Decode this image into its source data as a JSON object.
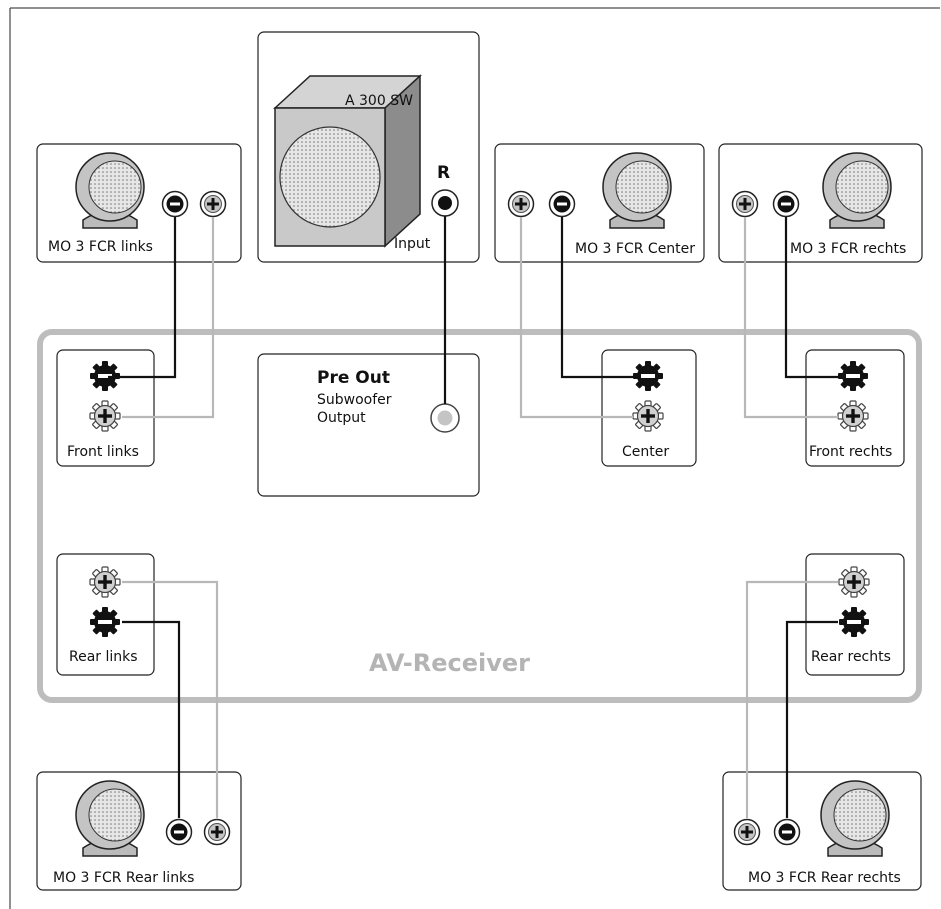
{
  "colors": {
    "wire_negative": "#111111",
    "wire_positive": "#b8b8b8",
    "receiver_frame": "#bdbdbd",
    "receiver_label": "#b4b4b4",
    "terminal_positive": "#b8b8b8",
    "terminal_negative": "#111111"
  },
  "subwoofer": {
    "model": "A 300 SW",
    "channel_label": "R",
    "input_label": "Input"
  },
  "speakers": {
    "front_left": "MO 3 FCR links",
    "center": "MO 3 FCR Center",
    "front_right": "MO 3 FCR rechts",
    "rear_left": "MO 3 FCR Rear links",
    "rear_right": "MO 3 FCR Rear rechts"
  },
  "receiver": {
    "label": "AV-Receiver",
    "preout_title": "Pre Out",
    "preout_line1": "Subwoofer",
    "preout_line2": "Output",
    "front_left": "Front links",
    "center": "Center",
    "front_right": "Front rechts",
    "rear_left": "Rear links",
    "rear_right": "Rear rechts"
  },
  "icons": {
    "speaker": "speaker-icon",
    "subwoofer": "subwoofer-icon",
    "plus_terminal": "plus-terminal-icon",
    "minus_terminal": "minus-terminal-icon",
    "rca_jack": "rca-jack-icon"
  }
}
